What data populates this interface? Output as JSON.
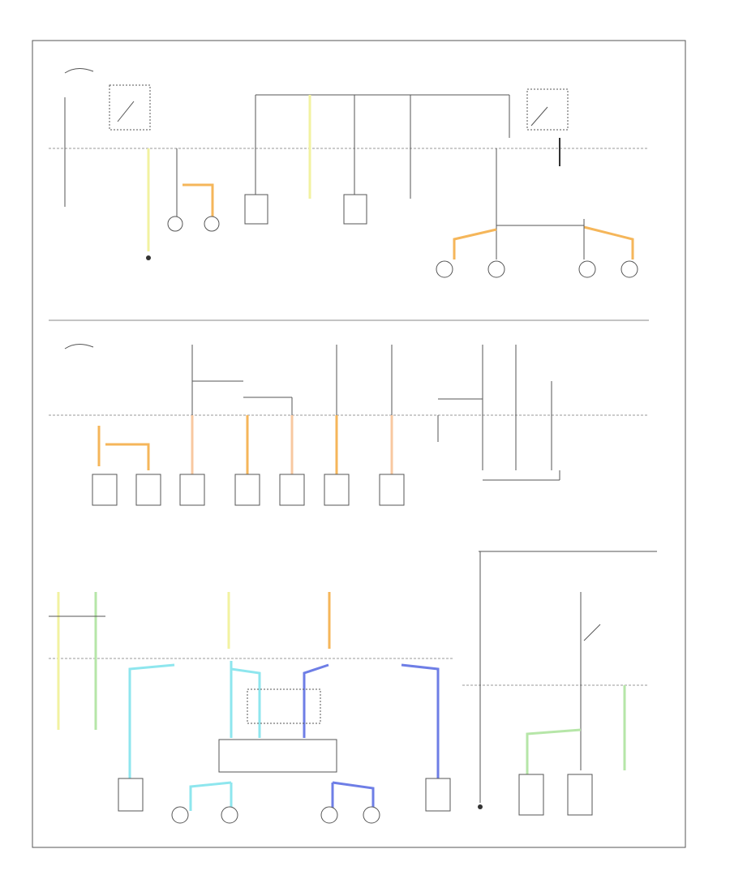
{
  "diagram": {
    "sections": [
      {
        "id": "sec-top",
        "label": ""
      },
      {
        "id": "sec-mid",
        "label": ""
      },
      {
        "id": "sec-bottom",
        "label": ""
      }
    ],
    "colors": {
      "yellow": "#f2f2a0",
      "orange": "#f5b65a",
      "light_orange": "#f8c8a0",
      "green": "#b6e6a8",
      "cyan": "#8ee6ee",
      "blue": "#6e7ee6",
      "wire": "#555555",
      "frame": "#555555"
    }
  }
}
